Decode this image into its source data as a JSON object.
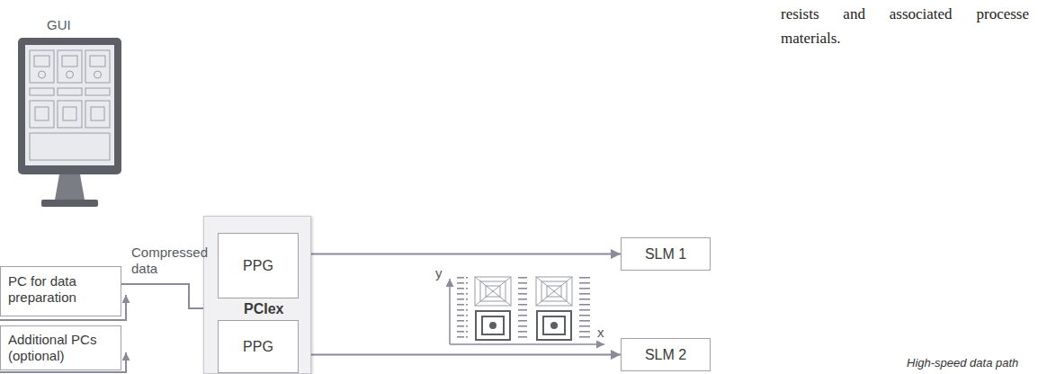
{
  "diagram": {
    "caption": "High-speed data path",
    "nodes": [
      {
        "text": [
          "PC for data preparation"
        ]
      },
      {
        "text": [
          "Additional PCs (optional)"
        ]
      },
      {
        "text": [
          "PCIex"
        ]
      },
      {
        "text": [
          "PPG"
        ],
        "in": 2
      },
      {
        "text": [
          "PPG"
        ],
        "in": 2
      },
      {
        "text": [
          "SLM 1"
        ]
      },
      {
        "text": [
          "SLM 2"
        ]
      }
    ],
    "edges": [
      {
        "from": 0,
        "to": 3,
        "arrow": "to",
        "label": "Compressed data"
      },
      {
        "from": 0,
        "to": 4,
        "arrow": "to"
      },
      {
        "from": 3,
        "to": 5,
        "arrow": "to"
      },
      {
        "from": 4,
        "to": 6,
        "arrow": "to"
      }
    ],
    "labels": [
      "GUI",
      "y",
      "x",
      "resists and associated processe materials."
    ]
  }
}
